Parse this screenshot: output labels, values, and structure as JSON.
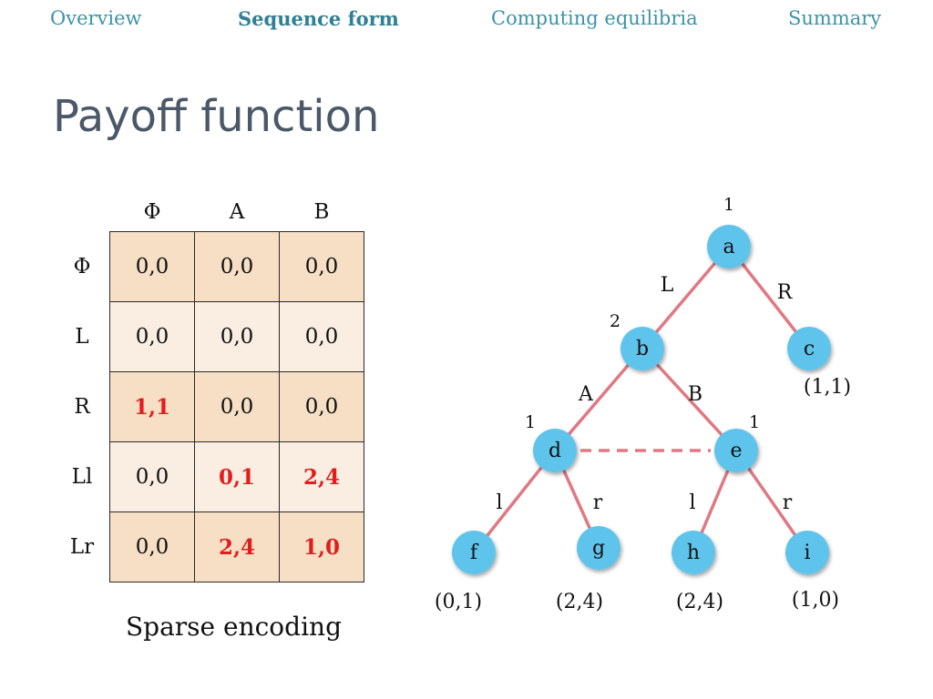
{
  "nav": {
    "items": [
      "Overview",
      "Sequence form",
      "Computing equilibria",
      "Summary"
    ],
    "active_index": 1
  },
  "slide": {
    "title": "Payoff function",
    "caption": "Sparse encoding"
  },
  "table": {
    "column_headers": [
      "Φ",
      "A",
      "B"
    ],
    "row_headers": [
      "Φ",
      "L",
      "R",
      "Ll",
      "Lr"
    ],
    "cells": [
      [
        "0,0",
        "0,0",
        "0,0"
      ],
      [
        "0,0",
        "0,0",
        "0,0"
      ],
      [
        "1,1",
        "0,0",
        "0,0"
      ],
      [
        "0,0",
        "0,1",
        "2,4"
      ],
      [
        "0,0",
        "2,4",
        "1,0"
      ]
    ],
    "highlighted_cells": [
      [
        2,
        0
      ],
      [
        3,
        1
      ],
      [
        3,
        2
      ],
      [
        4,
        1
      ],
      [
        4,
        2
      ]
    ],
    "highlight_color": "#e01e1e",
    "row_colors": [
      "#f6dfc4",
      "#faeee3",
      "#f6dfc4",
      "#faeee3",
      "#f6dfc4"
    ]
  },
  "tree": {
    "node_color": "#5fc4ec",
    "edge_color": "#e07882",
    "nodes": {
      "a": {
        "label": "a",
        "player": "1"
      },
      "b": {
        "label": "b",
        "player": "2"
      },
      "c": {
        "label": "c",
        "payoff": "(1,1)"
      },
      "d": {
        "label": "d",
        "player": "1"
      },
      "e": {
        "label": "e",
        "player": "1"
      },
      "f": {
        "label": "f",
        "payoff": "(0,1)"
      },
      "g": {
        "label": "g",
        "payoff": "(2,4)"
      },
      "h": {
        "label": "h",
        "payoff": "(2,4)"
      },
      "i": {
        "label": "i",
        "payoff": "(1,0)"
      }
    },
    "edges": [
      {
        "from": "a",
        "to": "b",
        "label": "L"
      },
      {
        "from": "a",
        "to": "c",
        "label": "R"
      },
      {
        "from": "b",
        "to": "d",
        "label": "A"
      },
      {
        "from": "b",
        "to": "e",
        "label": "B"
      },
      {
        "from": "d",
        "to": "f",
        "label": "l"
      },
      {
        "from": "d",
        "to": "g",
        "label": "r"
      },
      {
        "from": "e",
        "to": "h",
        "label": "l"
      },
      {
        "from": "e",
        "to": "i",
        "label": "r"
      }
    ],
    "information_sets": [
      [
        "d",
        "e"
      ]
    ]
  }
}
